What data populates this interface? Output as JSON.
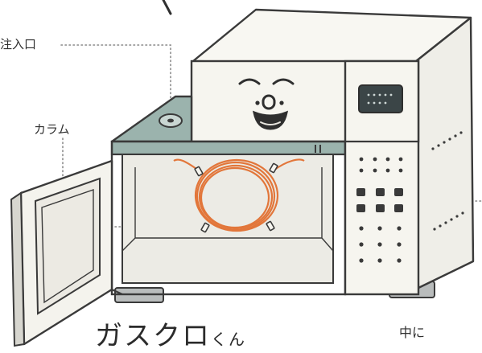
{
  "labels": {
    "injection_port": "注入口",
    "column": "カラム",
    "inside_note": "中に"
  },
  "title": {
    "main": "ガスクロ",
    "suffix": "くん"
  },
  "icons": {
    "character_face": "smiling-face",
    "display": "led-display",
    "column_coil": "coiled-column"
  },
  "colors": {
    "outline": "#3a3a3a",
    "body": "#f6f5ef",
    "top_plate": "#9bb3ad",
    "column": "#e2763a",
    "interior": "#ecebe5",
    "leader_line": "#8a8a8a",
    "display": "#3b4547"
  }
}
